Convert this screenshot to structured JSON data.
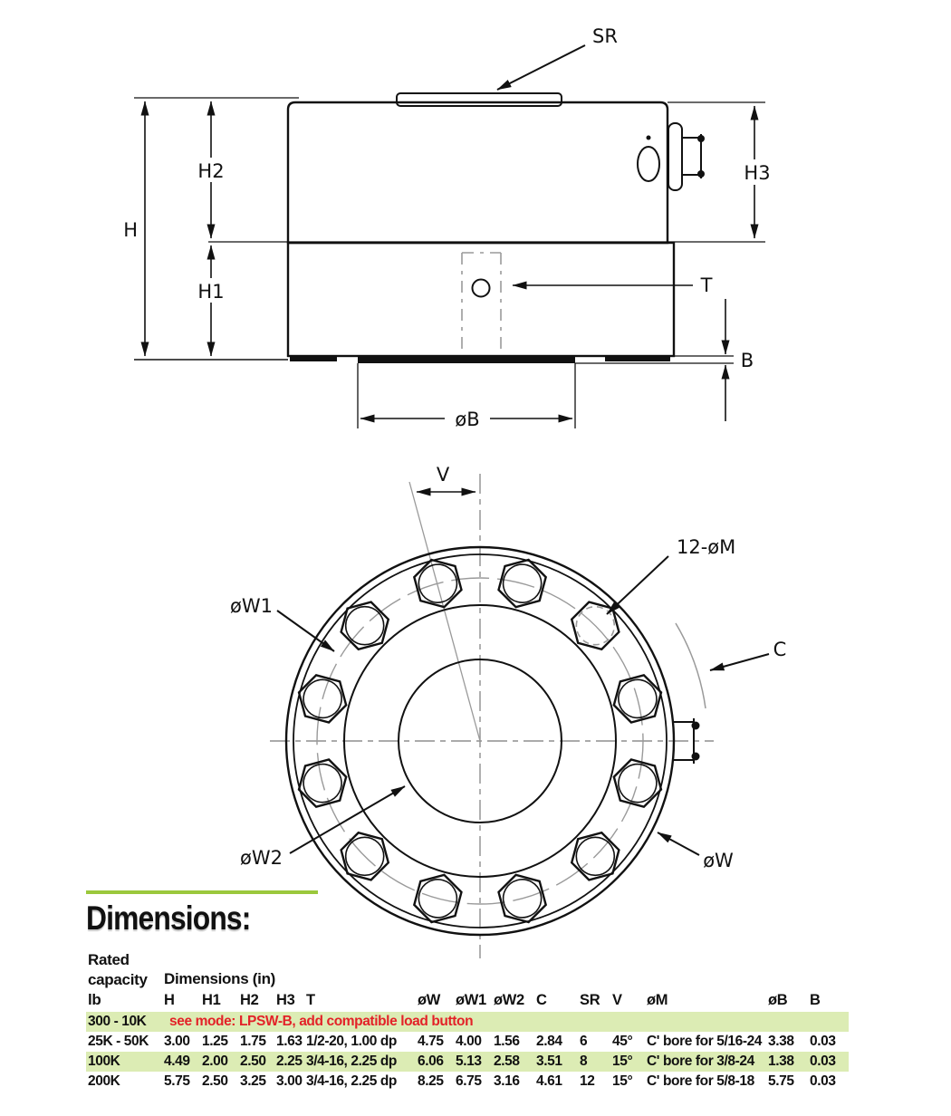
{
  "colors": {
    "highlight-green": "#dcecb4",
    "accent-green": "#9bc83c",
    "note-red": "#e32228",
    "ink": "#111111"
  },
  "side_view": {
    "labels": {
      "sr": "SR",
      "h": "H",
      "h1": "H1",
      "h2": "H2",
      "h3": "H3",
      "t": "T",
      "b": "B",
      "ob": "øB"
    }
  },
  "top_view": {
    "labels": {
      "v": "V",
      "bolts": "12-øM",
      "c": "C",
      "ow": "øW",
      "ow1": "øW1",
      "ow2": "øW2"
    }
  },
  "section_title": "Dimensions:",
  "table": {
    "capacity_header": [
      "Rated",
      "capacity",
      "lb"
    ],
    "group_header": "Dimensions (in)",
    "columns": [
      "H",
      "H1",
      "H2",
      "H3",
      "T",
      "øW",
      "øW1",
      "øW2",
      "C",
      "SR",
      "V",
      "øM",
      "øB",
      "B"
    ],
    "rows": [
      {
        "capacity": "300 - 10K",
        "note": "see mode: LPSW-B, add compatible load button",
        "highlight": true
      },
      {
        "capacity": "25K - 50K",
        "highlight": false,
        "values": [
          "3.00",
          "1.25",
          "1.75",
          "1.63",
          "1/2-20, 1.00 dp",
          "4.75",
          "4.00",
          "1.56",
          "2.84",
          "6",
          "45°",
          "C' bore for 5/16-24",
          "3.38",
          "0.03"
        ]
      },
      {
        "capacity": "100K",
        "highlight": true,
        "values": [
          "4.49",
          "2.00",
          "2.50",
          "2.25",
          "3/4-16, 2.25 dp",
          "6.06",
          "5.13",
          "2.58",
          "3.51",
          "8",
          "15°",
          "C' bore for 3/8-24",
          "1.38",
          "0.03"
        ]
      },
      {
        "capacity": "200K",
        "highlight": false,
        "values": [
          "5.75",
          "2.50",
          "3.25",
          "3.00",
          "3/4-16, 2.25 dp",
          "8.25",
          "6.75",
          "3.16",
          "4.61",
          "12",
          "15°",
          "C' bore for 5/8-18",
          "5.75",
          "0.03"
        ]
      }
    ]
  }
}
